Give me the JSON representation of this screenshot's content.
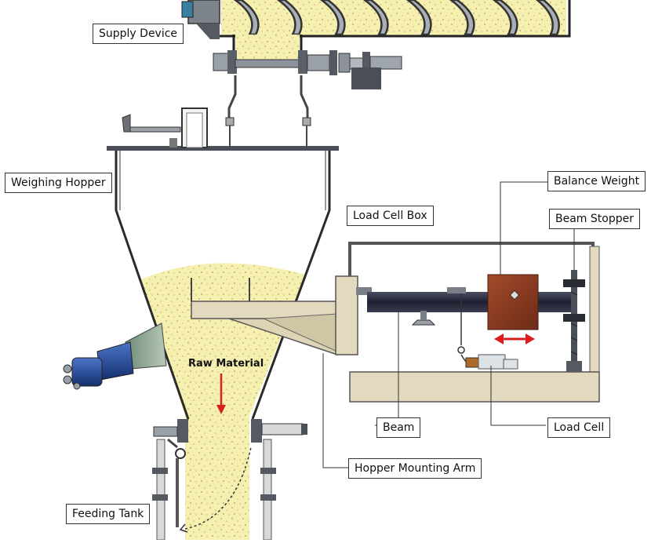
{
  "labels": {
    "supply_device": "Supply Device",
    "weighing_hopper": "Weighing Hopper",
    "load_cell_box": "Load Cell Box",
    "balance_weight": "Balance Weight",
    "beam_stopper": "Beam Stopper",
    "raw_material": "Raw Material",
    "beam": "Beam",
    "load_cell": "Load Cell",
    "hopper_mounting_arm": "Hopper Mounting Arm",
    "feeding_tank": "Feeding Tank"
  },
  "colors": {
    "material": "#f6f0b0",
    "steel": "#9aa0a8",
    "steel_dark": "#4a4e56",
    "frame_tan": "#e2d9be",
    "beam": "#2a2c3a",
    "weight": "#8e3b22",
    "arrow": "#d81e1e",
    "vibrator_blue": "#1f3f86"
  }
}
